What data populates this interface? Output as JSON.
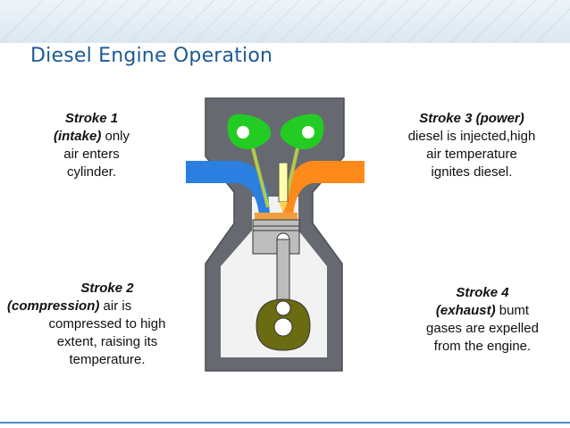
{
  "title": "Diesel Engine Operation",
  "strokes": {
    "s1": {
      "heading": "Stroke 1",
      "name": "(intake)",
      "body1": " only",
      "body2": "air enters",
      "body3": "cylinder."
    },
    "s2": {
      "heading": "Stroke 2",
      "name": "(compression)",
      "body1": " air is",
      "body2": "compressed to high",
      "body3": "extent, raising its",
      "body4": "temperature."
    },
    "s3": {
      "heading": "Stroke 3 (power)",
      "body1": "diesel is injected,high",
      "body2": "air temperature",
      "body3": "ignites diesel."
    },
    "s4": {
      "heading": "Stroke 4",
      "name": "(exhaust)",
      "body1": " bumt",
      "body2": "gases are expelled",
      "body3": "from the engine."
    }
  },
  "colors": {
    "engine_block": "#666a70",
    "cylinder_bg": "#f2f2f2",
    "intake_pipe": "#2b7fe0",
    "exhaust_pipe": "#ff8a1c",
    "cams": "#22cc22",
    "crankcase": "#6b6b12",
    "piston": "#bdbdbd",
    "title": "#1d5a95"
  }
}
